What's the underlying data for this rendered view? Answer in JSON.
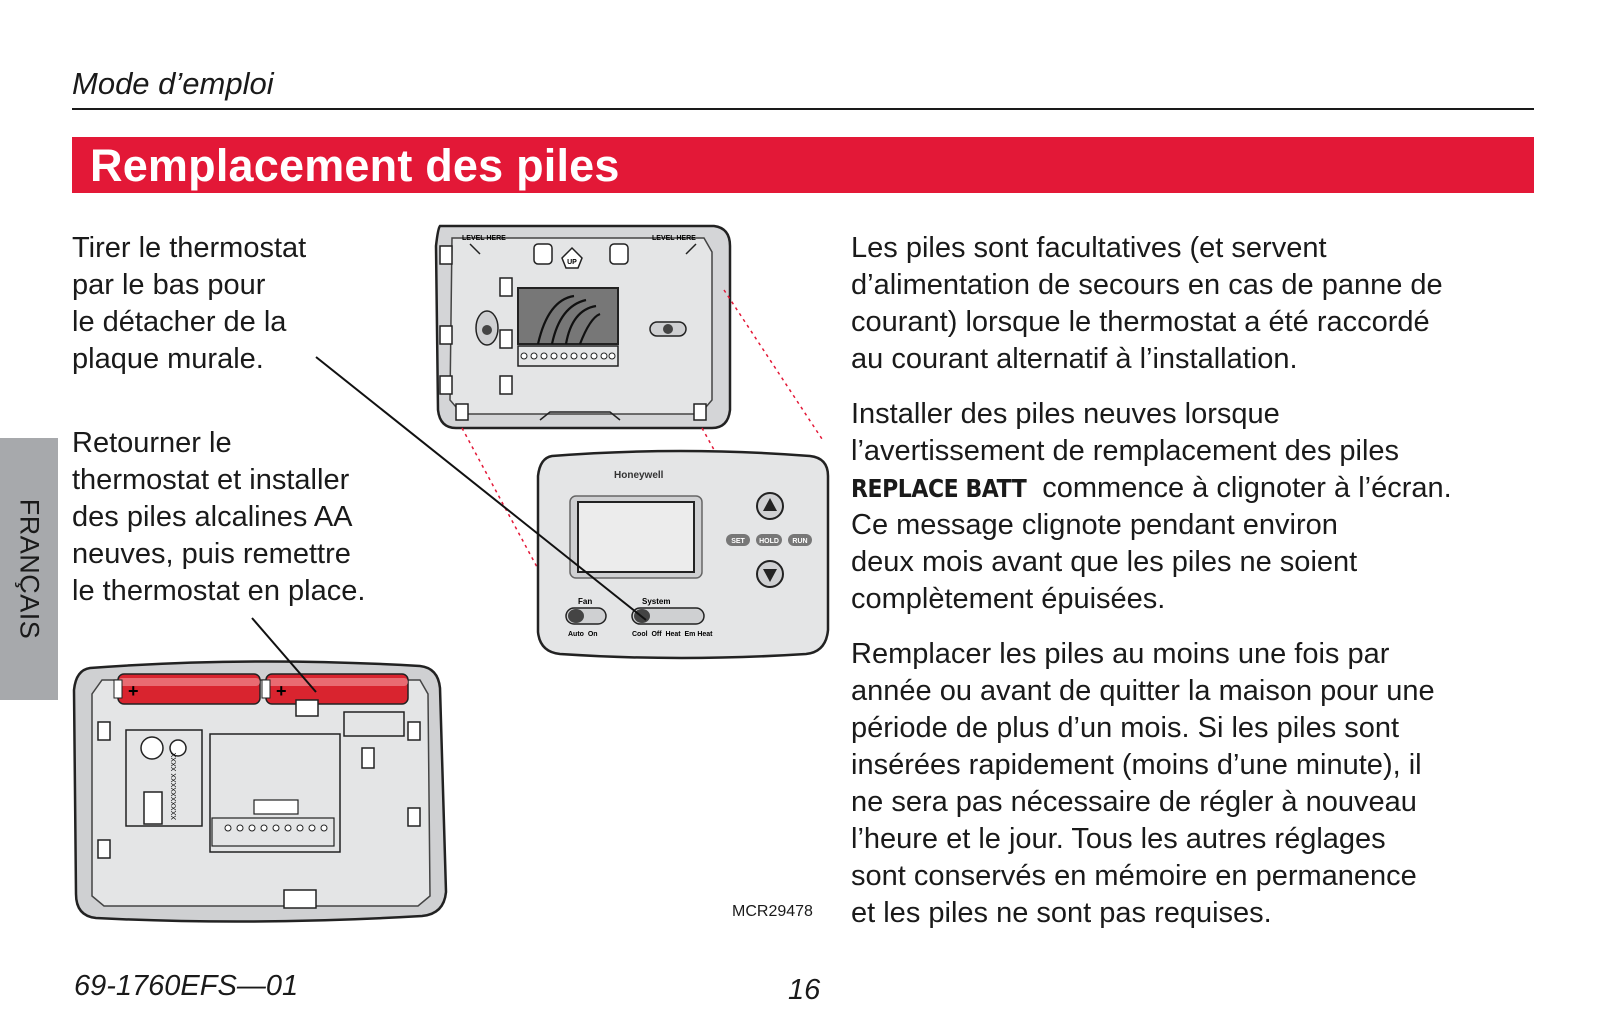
{
  "header": {
    "section_label": "Mode d’emploi"
  },
  "title": "Remplacement des piles",
  "side_tab": {
    "label": "FRANÇAIS"
  },
  "left_steps": {
    "step1": [
      "Tirer le thermostat",
      "par le bas pour",
      "le détacher de la",
      "plaque murale."
    ],
    "step2": [
      "Retourner le",
      "thermostat et installer",
      "des piles alcalines AA",
      "neuves, puis remettre",
      "le thermostat en place."
    ]
  },
  "right_col": {
    "p1": [
      "Les piles sont facultatives (et servent",
      "d’alimentation de secours en cas de panne de",
      "courant) lorsque le thermostat a été raccordé",
      "au courant alternatif à l’installation."
    ],
    "p2_line1": "Installer des piles neuves lorsque",
    "p2_line2": "l’avertissement de remplacement des piles",
    "p2_msg": "REPLACE BATT",
    "p2_line3_rest": " commence à clignoter à l’écran.",
    "p2_line4": "Ce message clignote pendant environ",
    "p2_line5": "deux mois avant que les piles ne soient",
    "p2_line6": "complètement épuisées.",
    "p3": [
      "Remplacer les piles au moins une fois par",
      "année ou avant de quitter la maison pour une",
      "période de plus d’un mois. Si les piles sont",
      "insérées rapidement (moins d’une minute), il",
      "ne sera pas nécessaire de régler à nouveau",
      "l’heure et le jour. Tous les autres réglages",
      "sont conservés en mémoire en permanence",
      "et les piles ne sont pas requises."
    ]
  },
  "figure": {
    "code": "MCR29478",
    "wallplate": {
      "level_left": "LEVEL HERE",
      "level_right": "LEVEL HERE",
      "up": "UP"
    },
    "thermostat": {
      "brand": "Honeywell",
      "buttons": [
        "SET",
        "HOLD",
        "RUN"
      ],
      "fan_label": "Fan",
      "fan_positions": "Auto  On",
      "system_label": "System",
      "system_positions": "Cool  Off  Heat  Em Heat"
    },
    "battery_polarity": "+",
    "pcb_marking": "XXXXXXXXXX XXXX"
  },
  "footer": {
    "doc_number": "69-1760EFS—01",
    "page_number": "16"
  },
  "colors": {
    "accent_red": "#e31837",
    "tab_gray": "#a7a9ac",
    "battery_red": "#d9242f"
  }
}
